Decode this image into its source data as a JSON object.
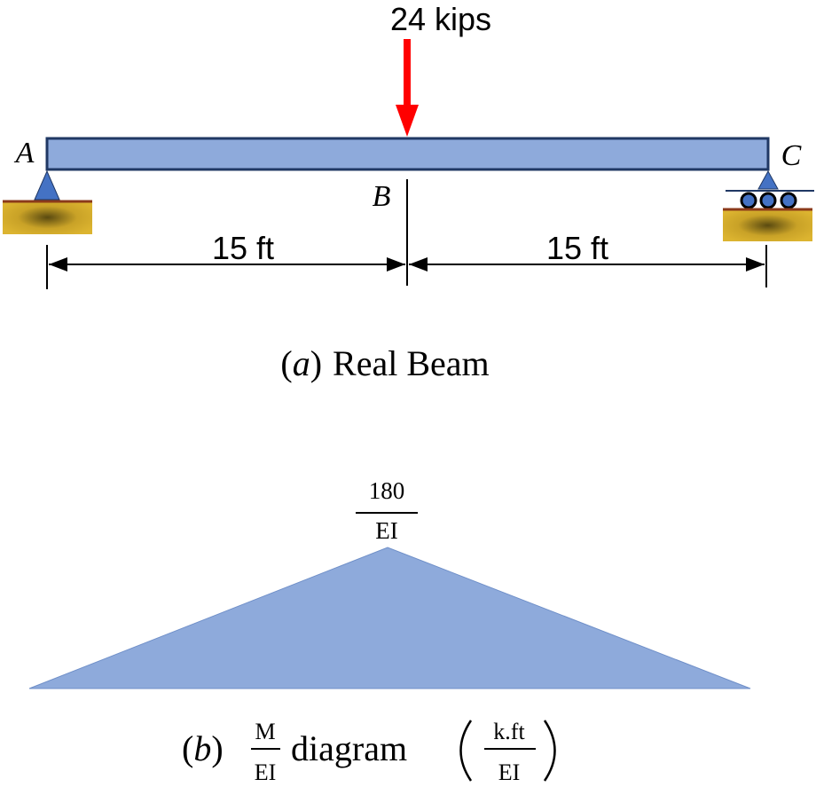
{
  "load": {
    "label": "24 kips",
    "color": "#ff0000"
  },
  "points": {
    "a": "A",
    "b": "B",
    "c": "C"
  },
  "dimensions": {
    "left": "15 ft",
    "right": "15 ft"
  },
  "caption_a": {
    "prefix": "(",
    "letter": "a",
    "suffix": ")",
    "text": "Real Beam"
  },
  "peak": {
    "numerator": "180",
    "denominator": "EI"
  },
  "caption_b": {
    "prefix": "(",
    "letter": "b",
    "suffix": ")",
    "frac_num": "M",
    "frac_den": "EI",
    "text": "diagram",
    "unit_num": "k.ft",
    "unit_den": "EI"
  },
  "colors": {
    "beam_fill": "#8eaadb",
    "beam_stroke": "#203864",
    "support": "#4472c4",
    "ground": "#c9a227",
    "ground_edge": "#8b3a1a",
    "diagram_fill": "#8eaadb"
  }
}
